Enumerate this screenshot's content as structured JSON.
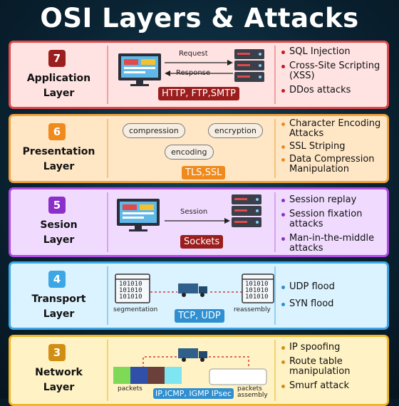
{
  "title": "OSI Layers & Attacks",
  "layers": [
    {
      "number": "7",
      "name_line1": "Application",
      "name_line2": "Layer",
      "protocols": "HTTP, FTP,SMTP",
      "diagram": {
        "request": "Request",
        "response": "Response"
      },
      "attacks": [
        "SQL Injection",
        "Cross-Site Scripting (XSS)",
        "DDos attacks"
      ]
    },
    {
      "number": "6",
      "name_line1": "Presentation",
      "name_line2": "Layer",
      "protocols": "TLS,SSL",
      "diagram": {
        "pill1": "compression",
        "pill2": "encryption",
        "pill3": "encoding"
      },
      "attacks": [
        "Character Encoding Attacks",
        "SSL Striping",
        "Data Compression Manipulation"
      ]
    },
    {
      "number": "5",
      "name_line1": "Sesion",
      "name_line2": "Layer",
      "protocols": "Sockets",
      "diagram": {
        "session": "Session"
      },
      "attacks": [
        "Session replay",
        "Session fixation attacks",
        "Man-in-the-middle attacks"
      ]
    },
    {
      "number": "4",
      "name_line1": "Transport",
      "name_line2": "Layer",
      "protocols": "TCP, UDP",
      "diagram": {
        "left": "segmentation",
        "right": "reassembly",
        "bits": "101010"
      },
      "attacks": [
        "UDP flood",
        "SYN flood"
      ]
    },
    {
      "number": "3",
      "name_line1": "Network",
      "name_line2": "Layer",
      "protocols": "IP,ICMP, IGMP IPsec",
      "diagram": {
        "left": "packets",
        "right_line1": "packets",
        "right_line2": "assembly"
      },
      "attacks": [
        "IP spoofing",
        "Route table manipulation",
        "Smurf attack"
      ]
    }
  ],
  "colors": {
    "red": "#e24a4a",
    "orange": "#f2a23a",
    "purple": "#b04be0",
    "blue": "#3ca7e4",
    "yellow": "#f0b528"
  }
}
